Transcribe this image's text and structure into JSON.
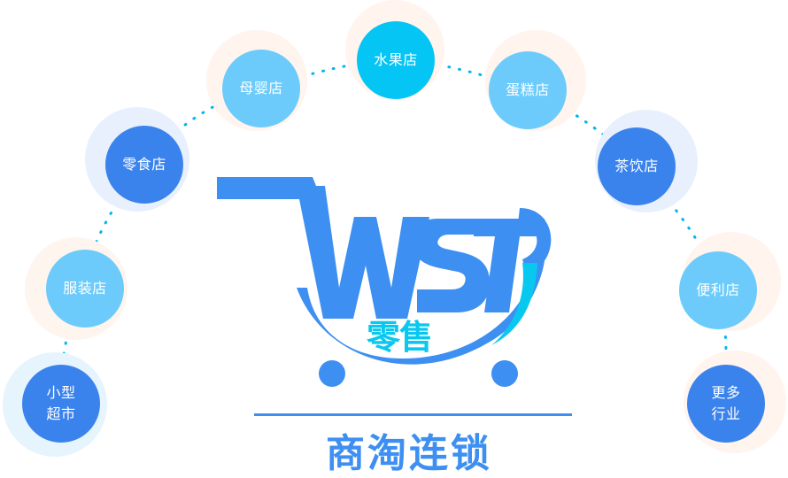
{
  "brand": {
    "logo_text": "WST",
    "logo_cn": "零售",
    "subtitle": "商淘连锁"
  },
  "colors": {
    "dark_blue": "#3b83ec",
    "light_blue": "#6ccbfb",
    "cyan": "#05c5f4",
    "logo_blue": "#3d8ff2",
    "dot": "#00b7ee"
  },
  "stores": [
    {
      "id": "xiaoxing-chaoshi",
      "label": "小型\n超市",
      "style": "dark"
    },
    {
      "id": "fuzhuang",
      "label": "服装店",
      "style": "light"
    },
    {
      "id": "lingshi",
      "label": "零食店",
      "style": "dark"
    },
    {
      "id": "muying",
      "label": "母婴店",
      "style": "light"
    },
    {
      "id": "shuiguo",
      "label": "水果店",
      "style": "cyan"
    },
    {
      "id": "dangao",
      "label": "蛋糕店",
      "style": "light"
    },
    {
      "id": "chayin",
      "label": "茶饮店",
      "style": "dark"
    },
    {
      "id": "bianli",
      "label": "便利店",
      "style": "light"
    },
    {
      "id": "gengduo",
      "label": "更多\n行业",
      "style": "dark"
    }
  ]
}
